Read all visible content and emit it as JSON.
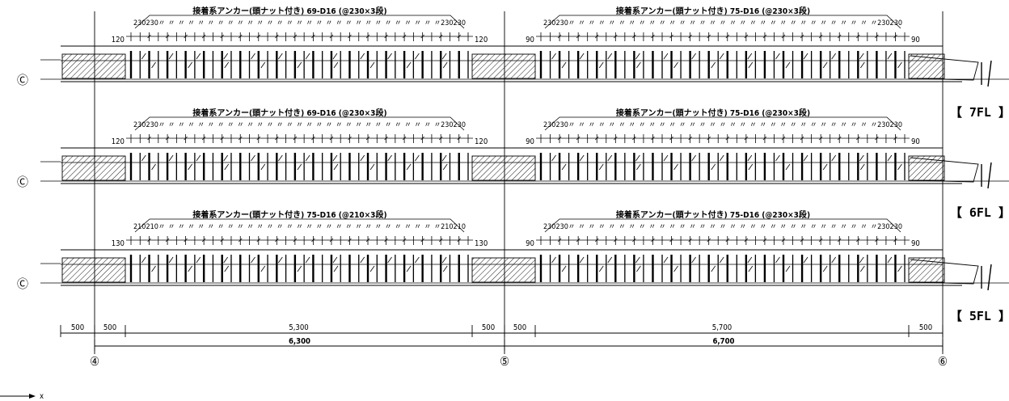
{
  "drawing": {
    "walls": [
      {
        "level": "7FL",
        "spans": [
          {
            "note": "接着系アンカー(頭ナット付き)  69-D16  (@230×3段)",
            "pitch_left": "230230",
            "pitch_right": "230230",
            "mid_mark": "〃",
            "edge_left": "120",
            "edge_right": "120",
            "bars": 38
          },
          {
            "note": "接着系アンカー(頭ナット付き)  75-D16  (@230×3段)",
            "pitch_left": "230230",
            "pitch_right": "230230",
            "mid_mark": "〃",
            "edge_left": "90",
            "edge_right": "90",
            "bars": 40
          }
        ]
      },
      {
        "level": "6FL",
        "spans": [
          {
            "note": "接着系アンカー(頭ナット付き)  69-D16  (@230×3段)",
            "pitch_left": "230230",
            "pitch_right": "230230",
            "mid_mark": "〃",
            "edge_left": "120",
            "edge_right": "120",
            "bars": 38
          },
          {
            "note": "接着系アンカー(頭ナット付き)  75-D16  (@230×3段)",
            "pitch_left": "230230",
            "pitch_right": "230230",
            "mid_mark": "〃",
            "edge_left": "90",
            "edge_right": "90",
            "bars": 40
          }
        ]
      },
      {
        "level": "5FL",
        "spans": [
          {
            "note": "接着系アンカー(頭ナット付き)  75-D16  (@210×3段)",
            "pitch_left": "210210",
            "pitch_right": "210210",
            "mid_mark": "〃",
            "edge_left": "130",
            "edge_right": "130",
            "bars": 38
          },
          {
            "note": "接着系アンカー(頭ナット付き)  75-D16  (@230×3段)",
            "pitch_left": "230230",
            "pitch_right": "230230",
            "mid_mark": "〃",
            "edge_left": "90",
            "edge_right": "90",
            "bars": 40
          }
        ]
      }
    ],
    "floor_labels": [
      "【 7FL 】",
      "【 6FL 】",
      "【 5FL 】"
    ],
    "grid_line_label": "Ⓒ",
    "dimensions": {
      "segments": [
        "500",
        "500",
        "5,300",
        "500",
        "500",
        "5,700",
        "500"
      ],
      "totals": [
        "6,300",
        "6,700"
      ]
    },
    "axes": [
      "④",
      "⑤",
      "⑥"
    ],
    "x_axis_label": "x"
  }
}
